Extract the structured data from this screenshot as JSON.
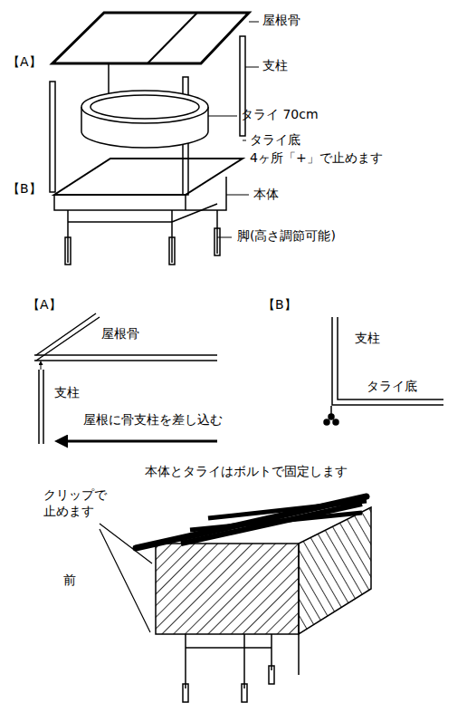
{
  "diagram": {
    "labels": [
      "屋根骨",
      "【A】",
      "支柱",
      "タライ 70cm",
      "タライ底",
      "4ヶ所「+」で止めます",
      "【B】",
      "本体",
      "脚(高さ調節可能)",
      "【A】",
      "屋根骨",
      "支柱",
      "屋根に骨支柱を差し込む",
      "【B】",
      "支柱",
      "タライ底",
      "本体とタライはボルトで固定します",
      "クリップで 止めます",
      "前"
    ]
  }
}
